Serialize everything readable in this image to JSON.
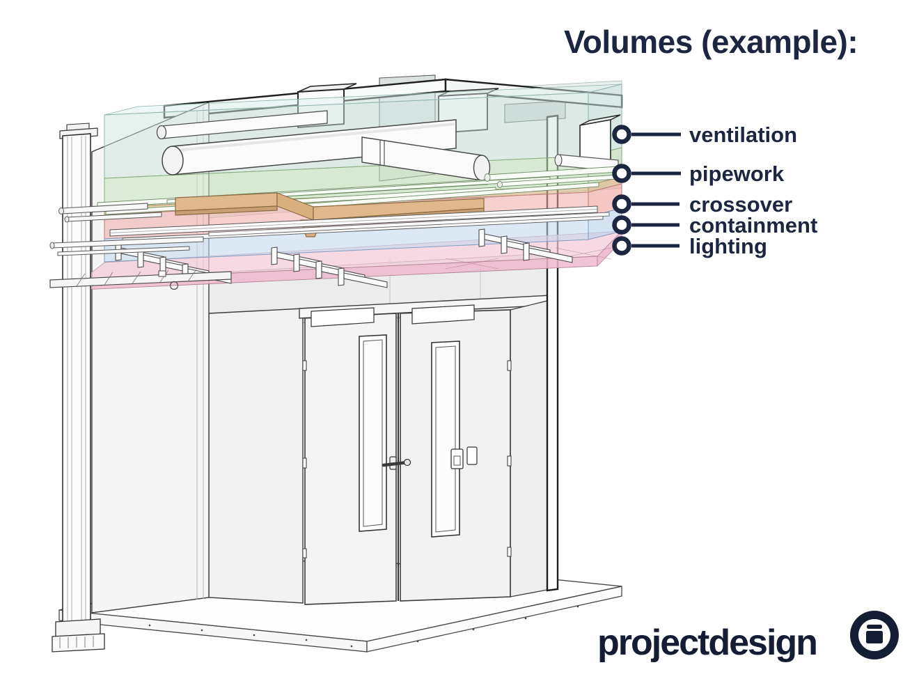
{
  "title": "Volumes (example):",
  "legend": {
    "marker_color": "#1c2640",
    "items": [
      {
        "label": "ventilation",
        "band_color": "#d8e9e5"
      },
      {
        "label": "pipework",
        "band_color": "#c8e2bc"
      },
      {
        "label": "crossover",
        "band_color": "#eeaba7"
      },
      {
        "label": "containment",
        "band_color": "#bfd7ec"
      },
      {
        "label": "lighting",
        "band_color": "#f3c9d9"
      }
    ]
  },
  "logo": {
    "text": "projectdesign",
    "icon": "box-in-circle-icon",
    "color": "#141d33"
  },
  "palette": {
    "accent_navy": "#1c2640",
    "crossover_tray_tan": "#e0b88b",
    "ceiling_pink": "#f3c9d9",
    "duct_white": "#fafafa",
    "wall_white": "#f3f3f3",
    "line_dark": "#3c3c3c"
  }
}
